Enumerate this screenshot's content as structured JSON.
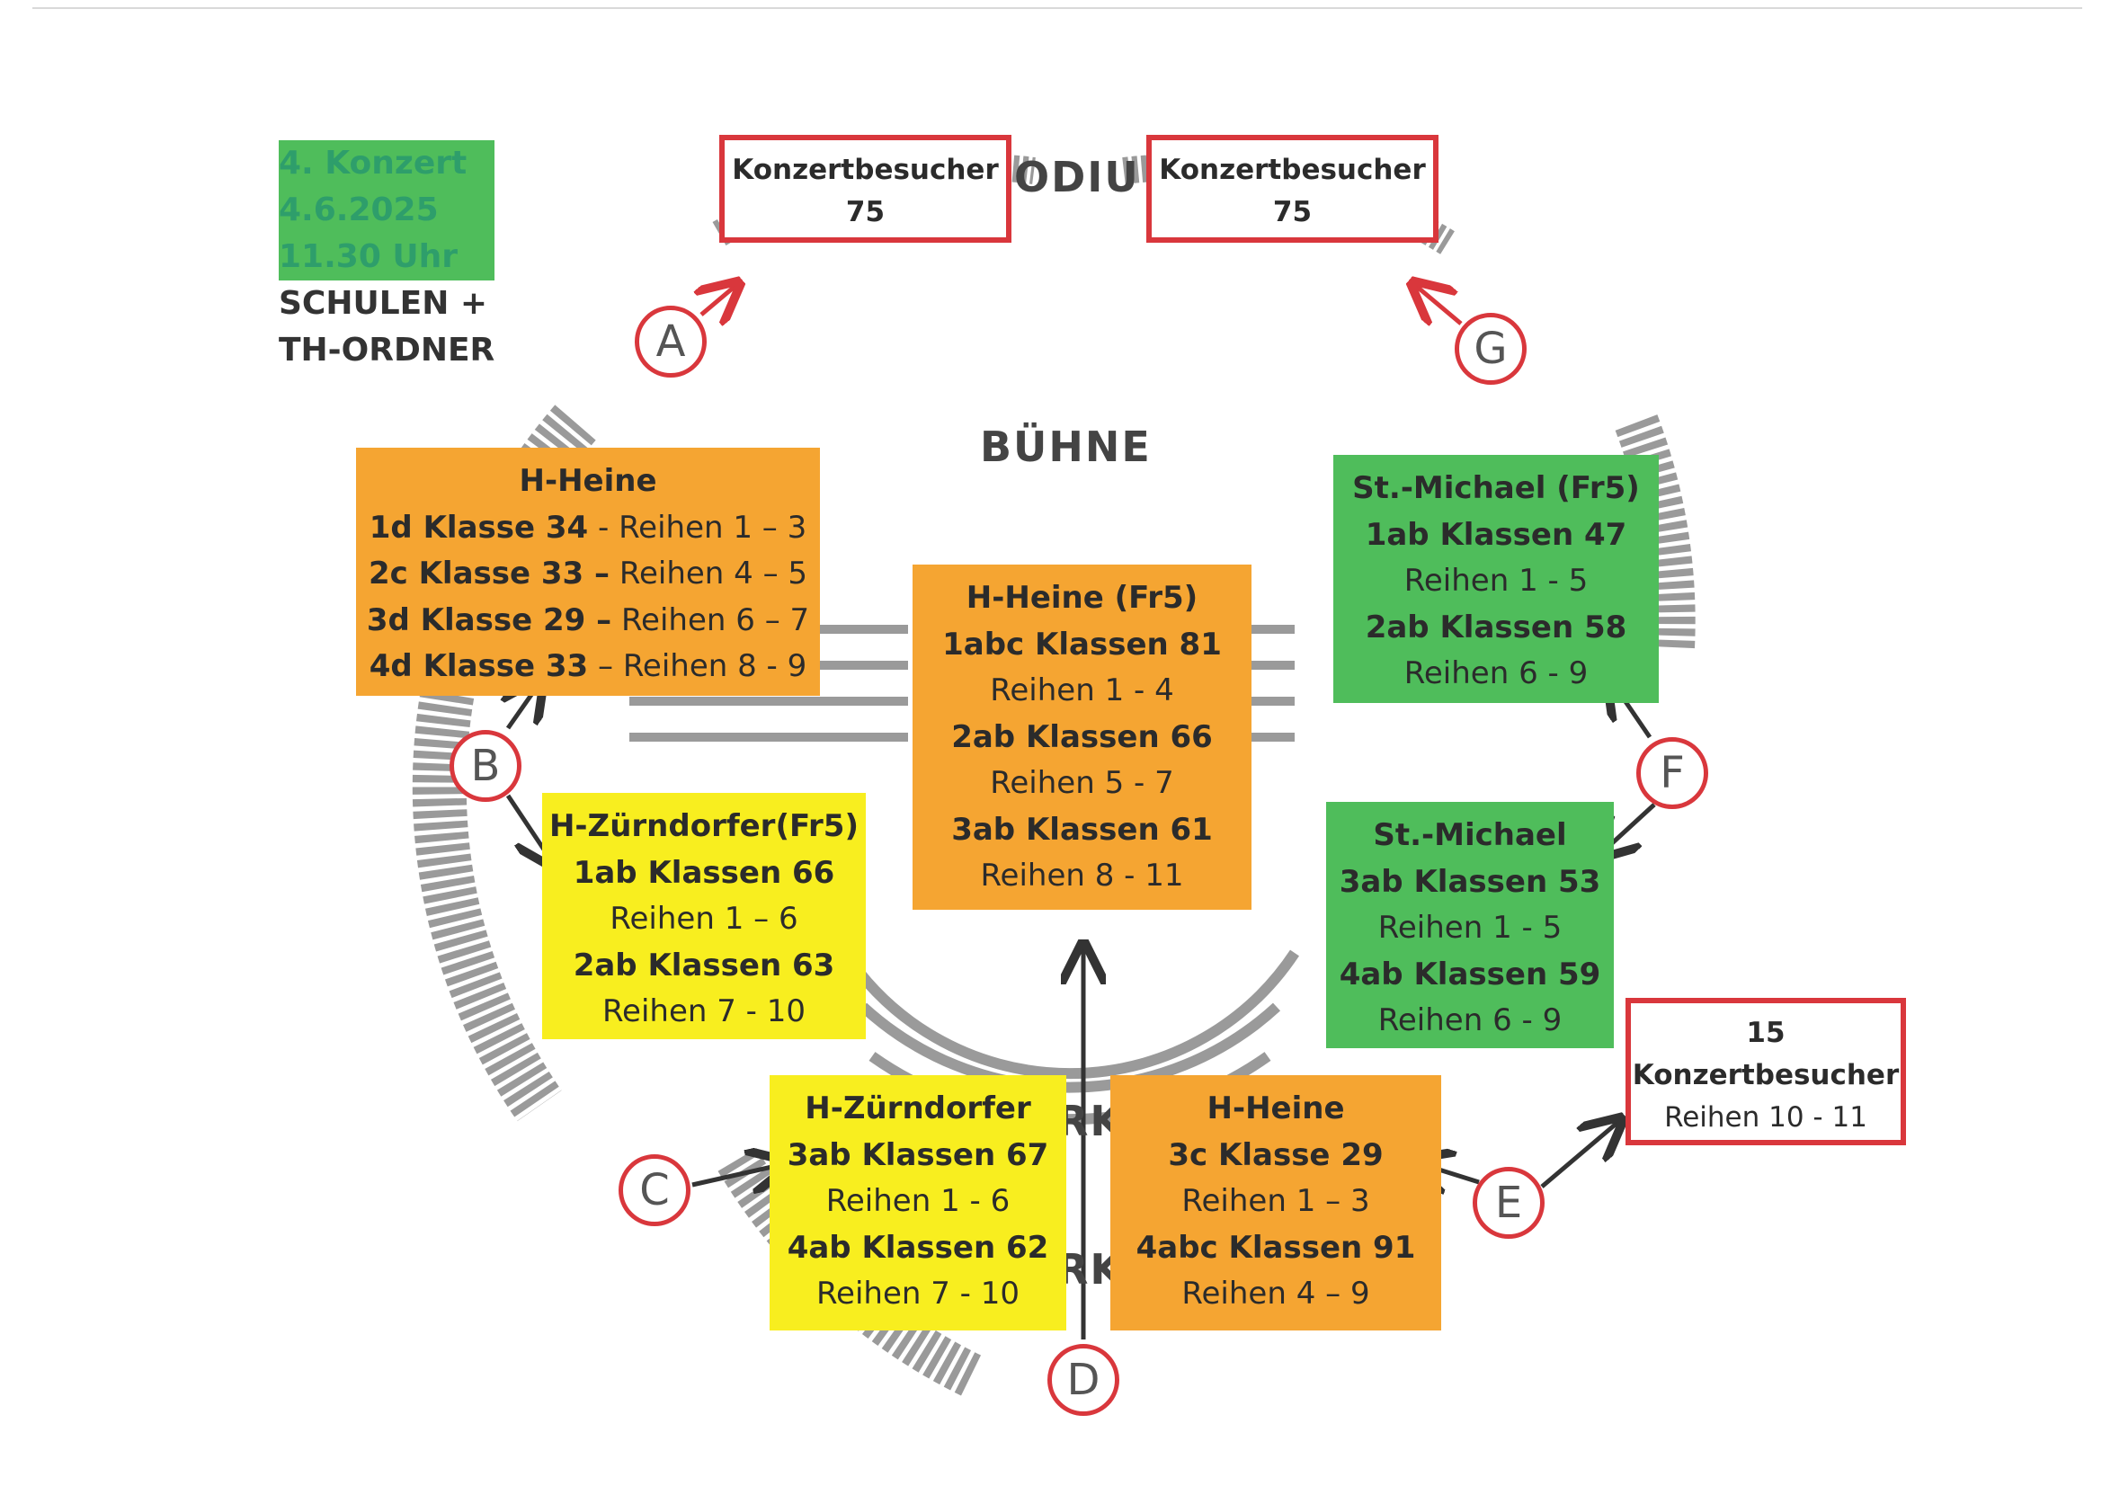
{
  "info": {
    "concert": "4. Konzert",
    "date": "4.6.2025",
    "time": "11.30 Uhr",
    "audience_line1": "SCHULEN +",
    "audience_line2": "TH-ORDNER"
  },
  "stage_label": "BÜHNE",
  "podium_fragment": "ODIU",
  "parkett_fragment_1": "RK",
  "parkett_fragment_2": "RK",
  "colors": {
    "orange": "#f5a532",
    "yellow": "#f8ee1f",
    "green": "#4fbd5b",
    "red": "#d9373c"
  },
  "entrances": [
    "A",
    "B",
    "C",
    "D",
    "E",
    "F",
    "G"
  ],
  "boxes": {
    "top_left": {
      "line1": "Konzertbesucher",
      "line2": "75"
    },
    "top_right": {
      "line1": "Konzertbesucher",
      "line2": "75"
    },
    "b_upper": {
      "title": "H-Heine",
      "rows": [
        {
          "bold": "1d Klasse 34",
          "normal": " - Reihen 1 – 3"
        },
        {
          "bold": "2c Klasse 33 –",
          "normal": " Reihen 4 – 5"
        },
        {
          "bold": "3d Klasse 29 –",
          "normal": " Reihen 6 – 7"
        },
        {
          "bold": "4d Klasse 33",
          "normal": " – Reihen 8 - 9"
        }
      ]
    },
    "center": {
      "title": "H-Heine (Fr5)",
      "l1": "1abc Klassen 81",
      "l2": "Reihen 1 - 4",
      "l3": "2ab Klassen 66",
      "l4": "Reihen 5 - 7",
      "l5": "3ab Klassen 61",
      "l6": "Reihen 8 - 11"
    },
    "f_upper": {
      "title": "St.-Michael (Fr5)",
      "l1": "1ab Klassen 47",
      "l2": "Reihen 1 - 5",
      "l3": "2ab Klassen 58",
      "l4": "Reihen 6 - 9"
    },
    "b_lower": {
      "title": "H-Zürndorfer(Fr5)",
      "l1": "1ab Klassen 66",
      "l2": "Reihen 1 – 6",
      "l3": "2ab Klassen 63",
      "l4": "Reihen 7 - 10"
    },
    "f_lower": {
      "title": "St.-Michael",
      "l1": "3ab Klassen 53",
      "l2": "Reihen 1 - 5",
      "l3": "4ab Klassen 59",
      "l4": "Reihen  6 - 9"
    },
    "e_side": {
      "line1": "15",
      "line2": "Konzertbesucher",
      "line3": "Reihen 10 - 11"
    },
    "c_box": {
      "title": "H-Zürndorfer",
      "l1": "3ab Klassen 67",
      "l2": "Reihen 1 - 6",
      "l3": "4ab Klassen 62",
      "l4": "Reihen 7 - 10"
    },
    "e_box": {
      "title": "H-Heine",
      "l1": "3c Klasse 29",
      "l2": "Reihen 1 – 3",
      "l3": "4abc Klassen 91",
      "l4": "Reihen 4 – 9"
    }
  }
}
